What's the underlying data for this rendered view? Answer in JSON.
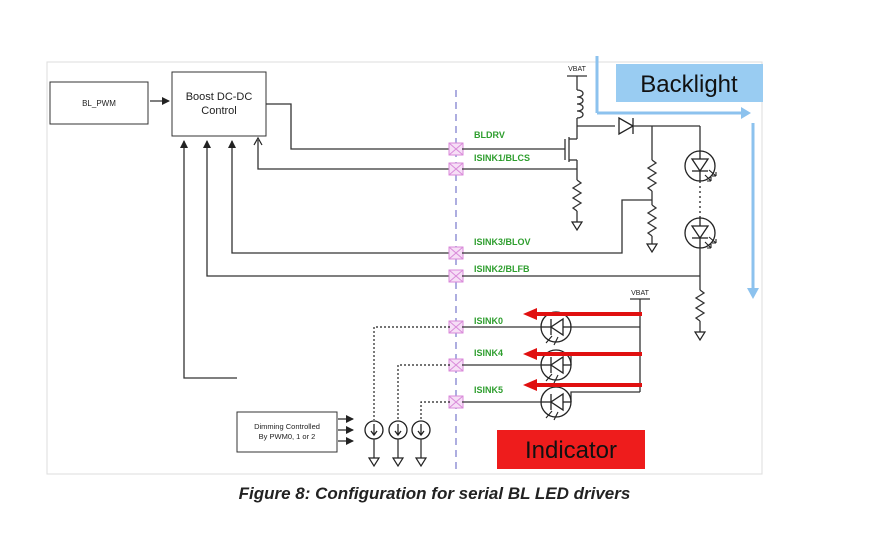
{
  "blocks": {
    "bl_pwm": "BL_PWM",
    "boost_line1": "Boost DC-DC",
    "boost_line2": "Control",
    "dimming_line1": "Dimming Controlled",
    "dimming_line2": "By PWM0, 1 or 2"
  },
  "pins": {
    "bldrv": "BLDRV",
    "isink1": "ISINK1/BLCS",
    "isink3": "ISINK3/BLOV",
    "isink2": "ISINK2/BLFB",
    "isink0": "ISINK0",
    "isink4": "ISINK4",
    "isink5": "ISINK5"
  },
  "supply": {
    "vbat_top": "VBAT",
    "vbat_indicator": "VBAT"
  },
  "callouts": {
    "backlight": "Backlight",
    "indicator": "Indicator"
  },
  "colors": {
    "backlight_fill": "#99ccf2",
    "backlight_arrow": "#8cc2ee",
    "indicator_fill": "#ee1c1c",
    "indicator_arrow": "#e01010",
    "pin_text": "#2e9e2e",
    "pad": "#d98ad9",
    "divider": "#7777cc"
  },
  "caption": "Figure 8: Configuration for serial BL LED drivers"
}
